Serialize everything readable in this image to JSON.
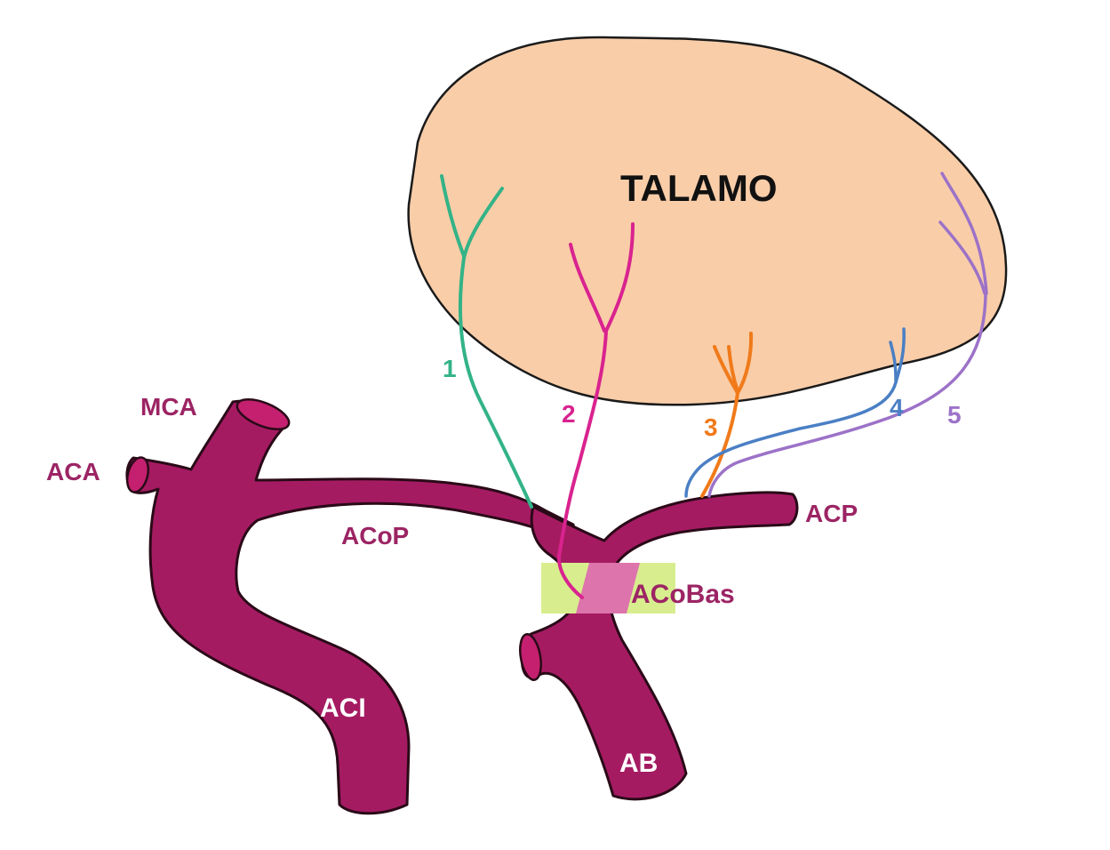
{
  "diagram": {
    "title": "TALAMO",
    "structures": {
      "thalamus": {
        "label": "TALAMO",
        "color": "#f9cda8"
      },
      "vessel_color": "#a51b62",
      "label_color": "#9c2464",
      "inner_label_color": "#ffffff"
    },
    "vessel_labels": {
      "mca": "MCA",
      "aca": "ACA",
      "acop": "ACoP",
      "acp": "ACP",
      "acobas": "ACoBas",
      "aci": "ACI",
      "ab": "AB"
    },
    "branches": [
      {
        "number": "1",
        "color": "#33b387"
      },
      {
        "number": "2",
        "color": "#d9238f"
      },
      {
        "number": "3",
        "color": "#f07a1a"
      },
      {
        "number": "4",
        "color": "#4a7fc4"
      },
      {
        "number": "5",
        "color": "#9c72c8"
      }
    ],
    "highlight": {
      "region": "ACoBas",
      "band_color": "#d8ee8e",
      "overlay_color": "#dd74ac"
    }
  }
}
